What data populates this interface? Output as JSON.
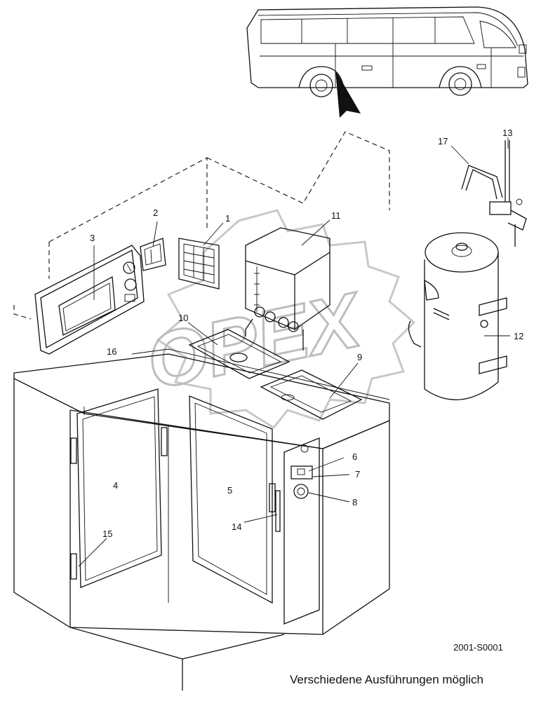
{
  "watermark": "OPEX",
  "drawing_code": "2001-S0001",
  "caption": "Verschiedene Ausführungen möglich",
  "callouts": [
    "1",
    "2",
    "3",
    "4",
    "5",
    "6",
    "7",
    "8",
    "9",
    "10",
    "11",
    "12",
    "13",
    "14",
    "15",
    "16",
    "17"
  ]
}
